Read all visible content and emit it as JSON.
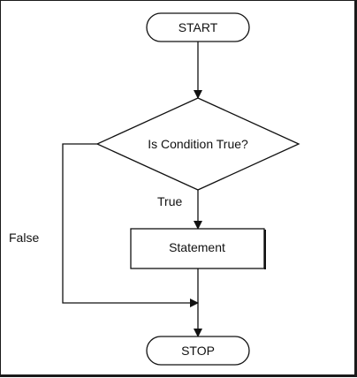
{
  "diagram": {
    "nodes": {
      "start": "START",
      "decision": "Is Condition True?",
      "statement": "Statement",
      "stop": "STOP"
    },
    "edges": {
      "true_label": "True",
      "false_label": "False"
    }
  }
}
